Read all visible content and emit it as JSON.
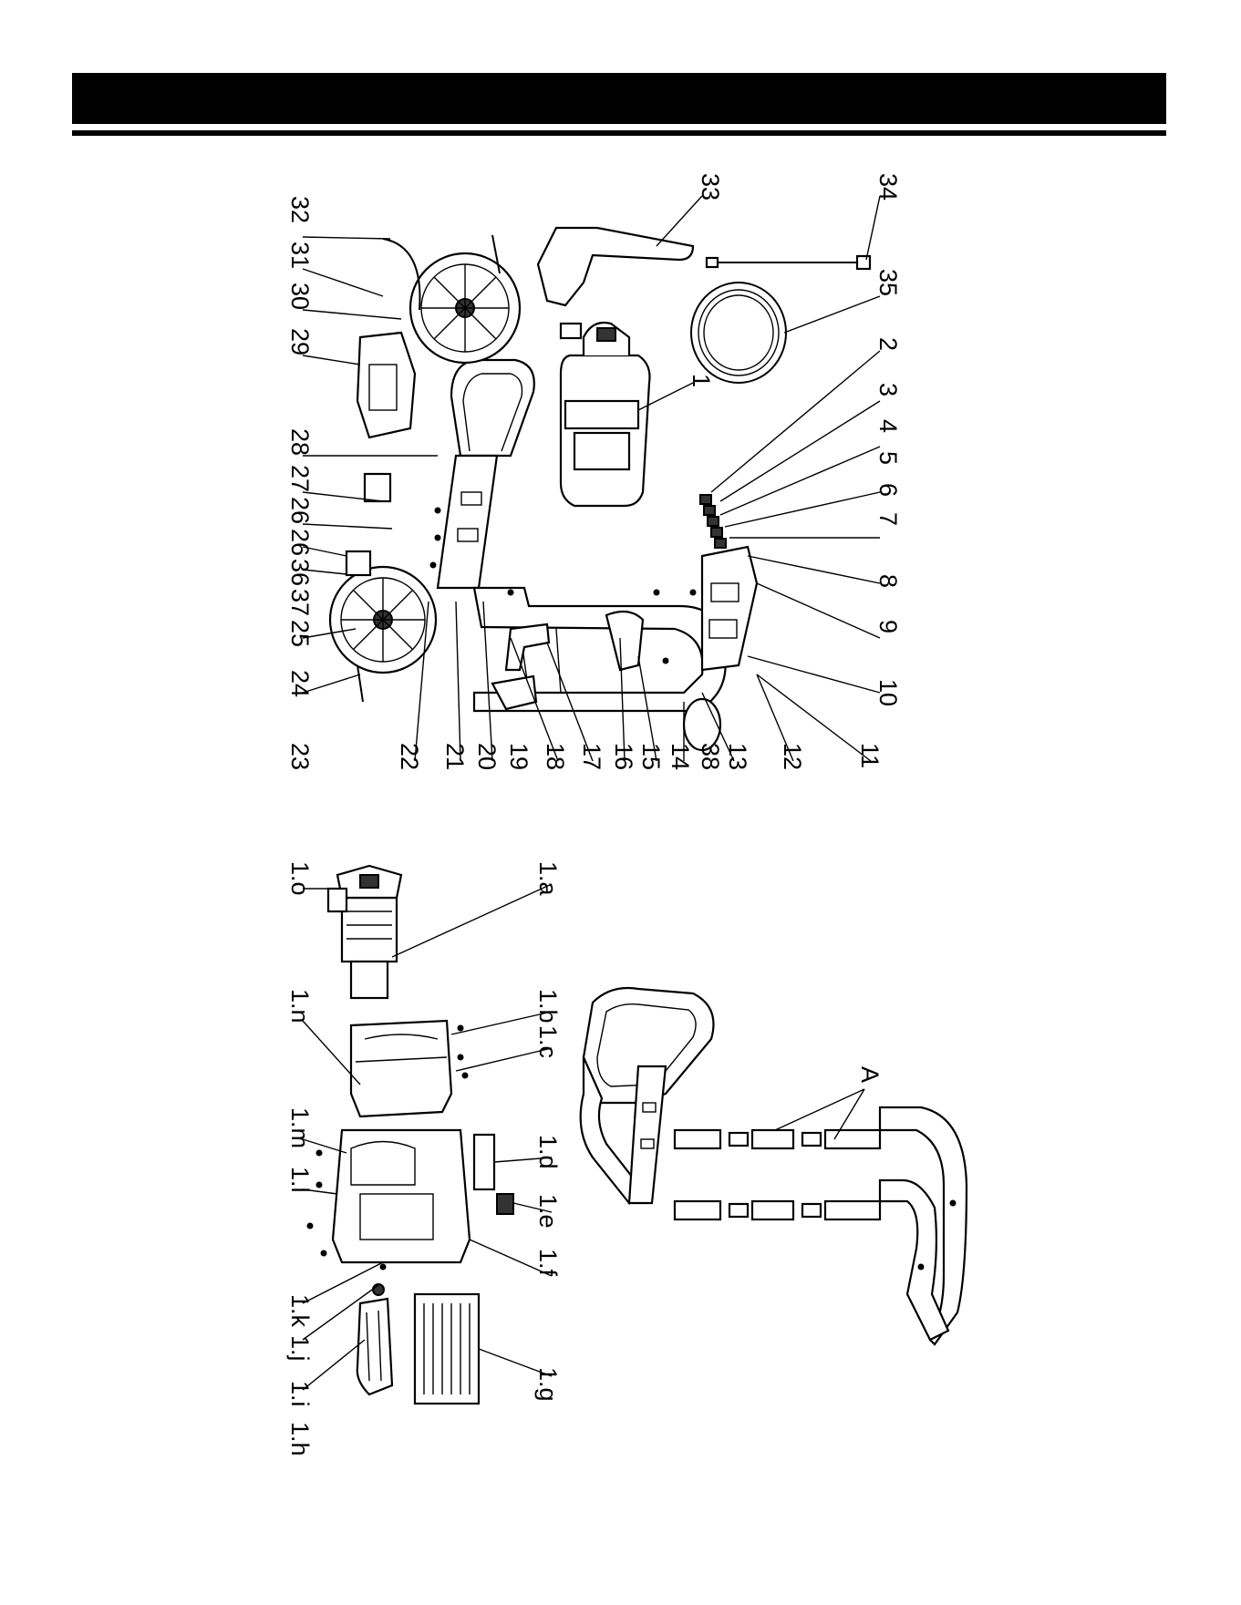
{
  "header": {
    "title": ""
  },
  "colors": {
    "ink": "#000000",
    "paper": "#ffffff"
  },
  "main_diagram": {
    "labels_left": [
      "32",
      "31",
      "30",
      "29",
      "28",
      "27",
      "26",
      "26",
      "36",
      "37",
      "25",
      "24",
      "23",
      "22",
      "21",
      "20",
      "19",
      "18",
      "17",
      "16",
      "15",
      "14",
      "38",
      "13",
      "12",
      "11"
    ],
    "labels_right": [
      "33",
      "34",
      "35",
      "2",
      "3",
      "4",
      "5",
      "6",
      "7",
      "8",
      "9",
      "10"
    ],
    "label_1": "1"
  },
  "sub_diagram": {
    "labels_left": [
      "1.o",
      "1.n",
      "1.m",
      "1.l",
      "1.k",
      "1.j",
      "1.i",
      "1.h"
    ],
    "labels_right": [
      "1.a",
      "1.b",
      "1.c",
      "1.d",
      "1.e",
      "1.f",
      "1.g"
    ]
  },
  "frame_diagram": {
    "label_a": "A"
  }
}
